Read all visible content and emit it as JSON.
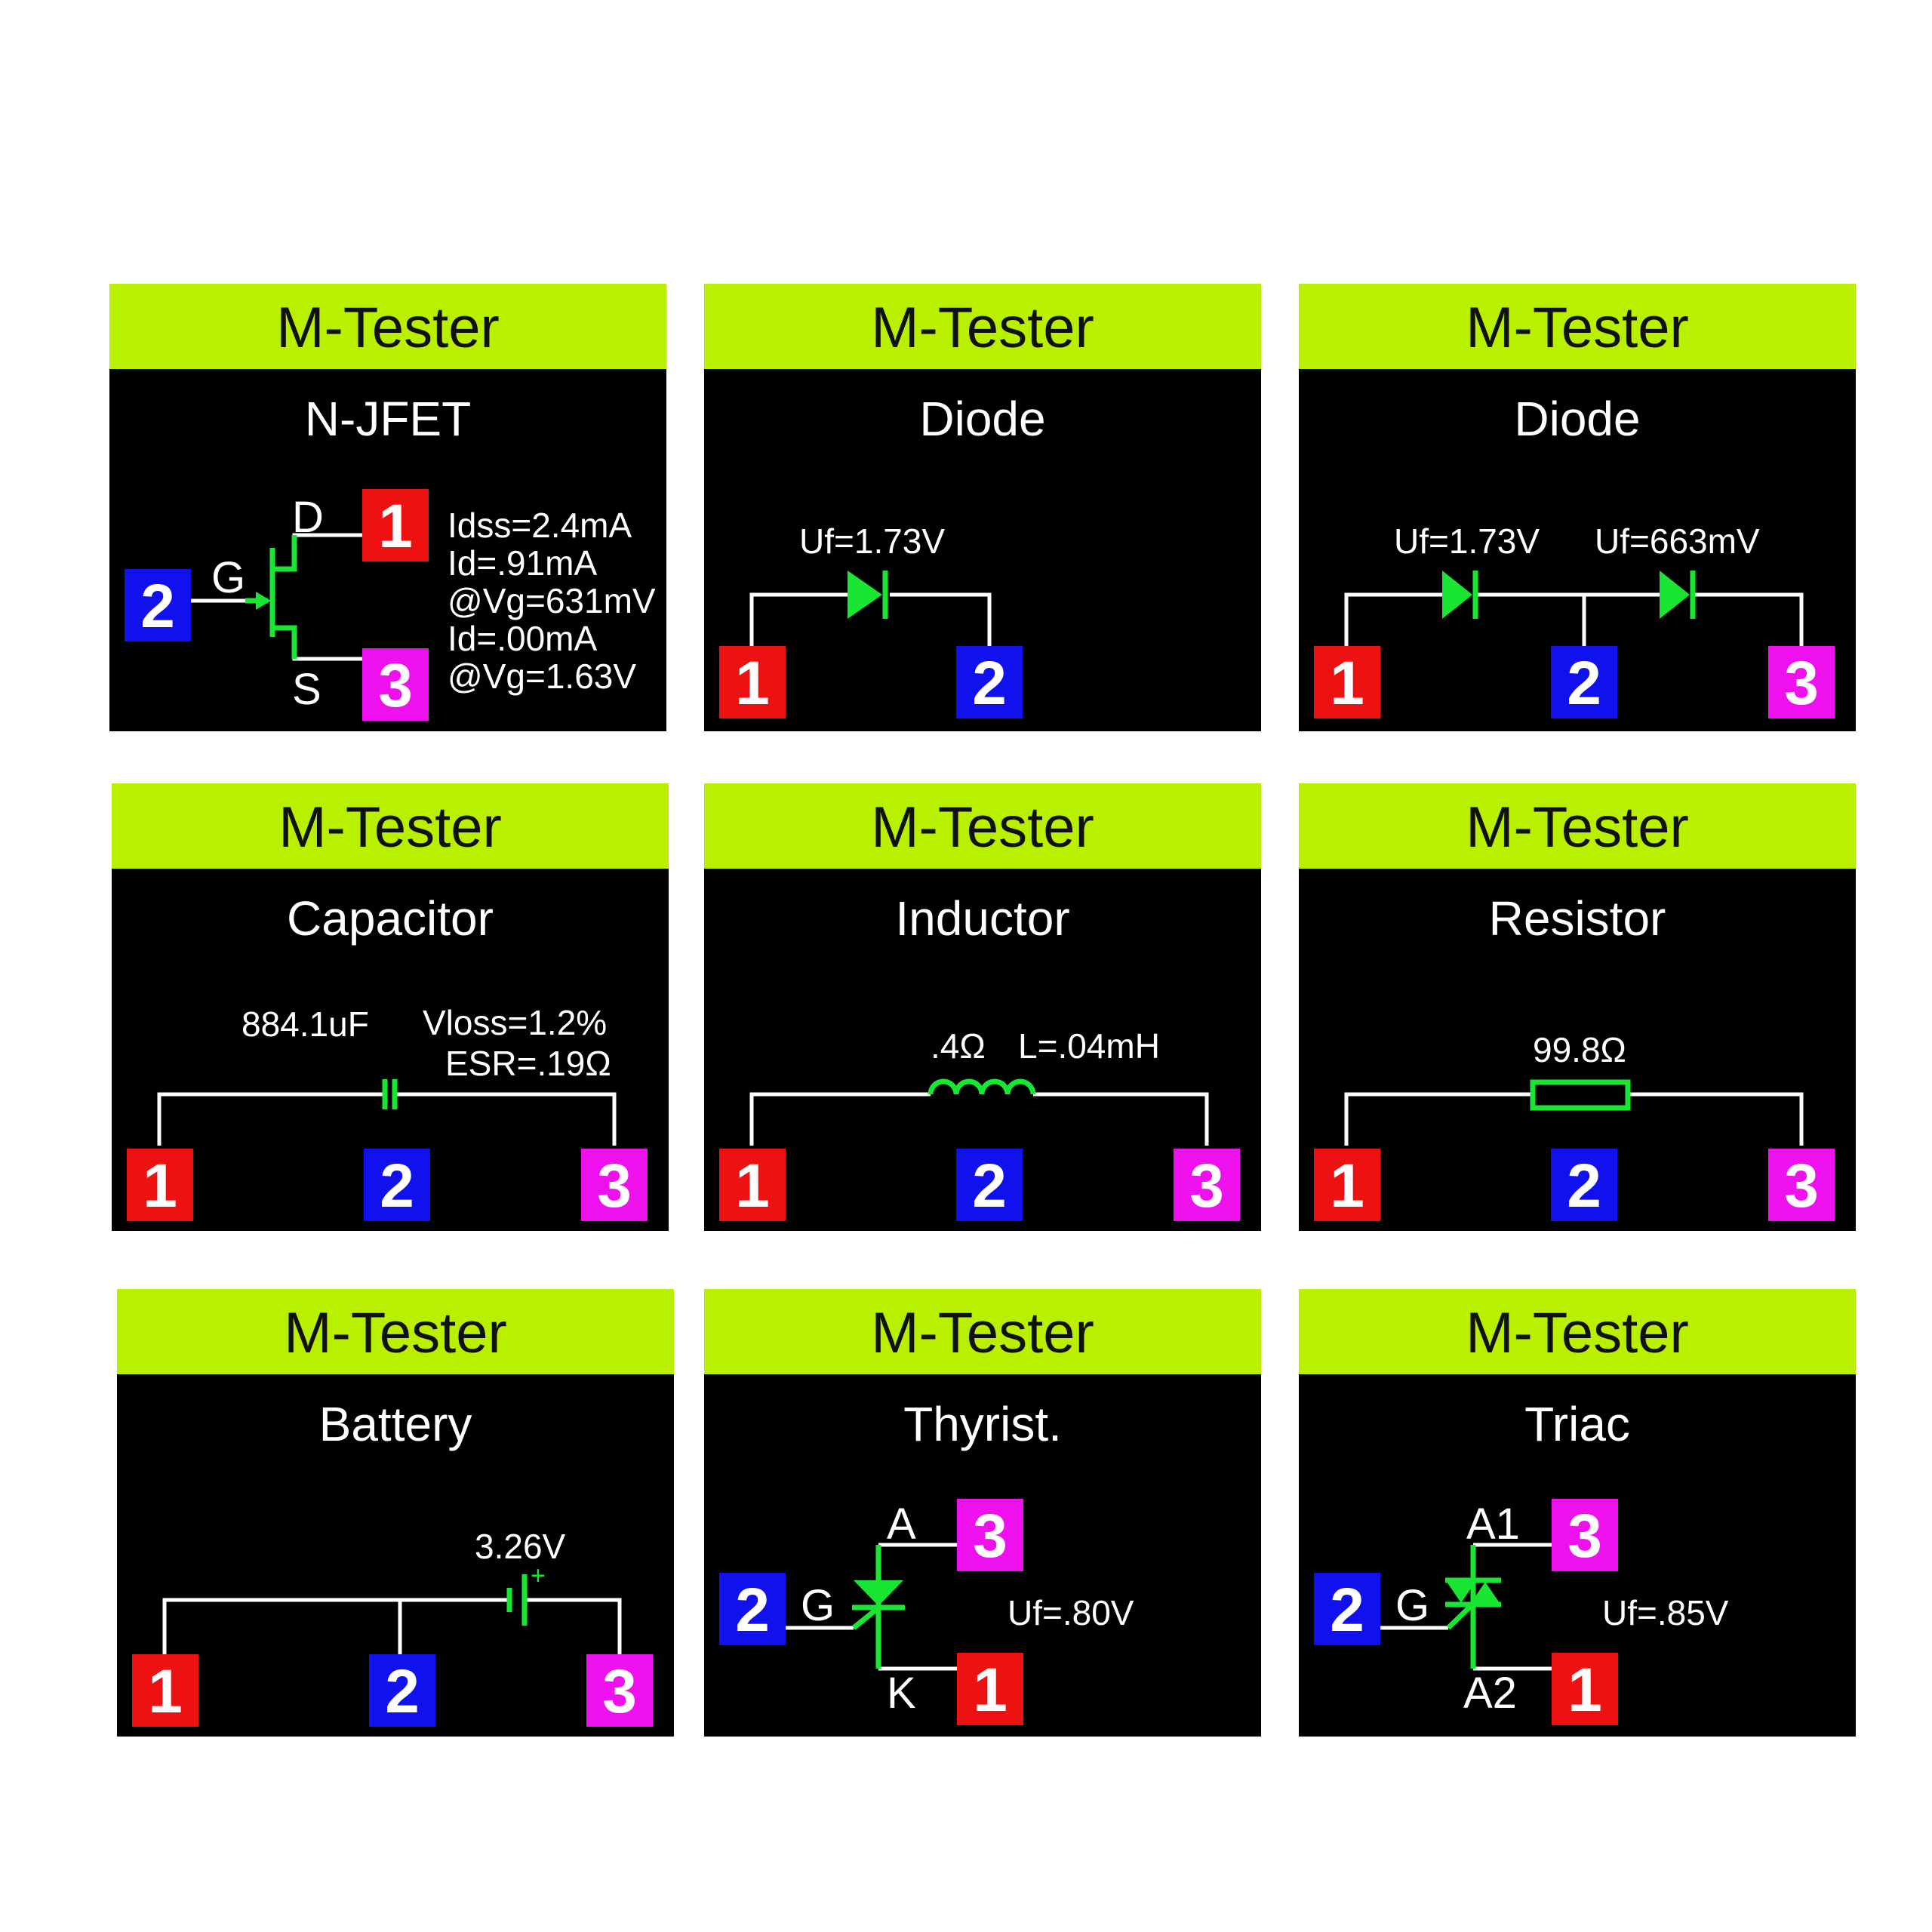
{
  "header_label": "M-Tester",
  "colors": {
    "header": "#b8f000",
    "panel": "#000000",
    "symbol": "#19e632",
    "pin_1": "#ee1111",
    "pin_2": "#1111ee",
    "pin_3": "#ee11ee"
  },
  "panels": [
    {
      "component": "N-JFET",
      "pins": [
        "1",
        "2",
        "3"
      ],
      "terminals": [
        "D",
        "G",
        "S"
      ],
      "readings": [
        "Idss=2.4mA",
        "Id=.91mA",
        "@Vg=631mV",
        "Id=.00mA",
        "@Vg=1.63V"
      ]
    },
    {
      "component": "Diode",
      "pins": [
        "1",
        "2"
      ],
      "readings": [
        "Uf=1.73V"
      ]
    },
    {
      "component": "Diode",
      "pins": [
        "1",
        "2",
        "3"
      ],
      "readings": [
        "Uf=1.73V",
        "Uf=663mV"
      ]
    },
    {
      "component": "Capacitor",
      "pins": [
        "1",
        "2",
        "3"
      ],
      "readings": [
        "884.1uF",
        "Vloss=1.2%",
        "ESR=.19Ω"
      ]
    },
    {
      "component": "Inductor",
      "pins": [
        "1",
        "2",
        "3"
      ],
      "readings": [
        ".4Ω",
        "L=.04mH"
      ]
    },
    {
      "component": "Resistor",
      "pins": [
        "1",
        "2",
        "3"
      ],
      "readings": [
        "99.8Ω"
      ]
    },
    {
      "component": "Battery",
      "pins": [
        "1",
        "2",
        "3"
      ],
      "readings": [
        "3.26V"
      ],
      "polarity_mark": "+"
    },
    {
      "component": "Thyrist.",
      "pins": [
        "3",
        "2",
        "1"
      ],
      "terminals": [
        "A",
        "G",
        "K"
      ],
      "readings": [
        "Uf=.80V"
      ]
    },
    {
      "component": "Triac",
      "pins": [
        "3",
        "2",
        "1"
      ],
      "terminals": [
        "A1",
        "G",
        "A2"
      ],
      "readings": [
        "Uf=.85V"
      ]
    }
  ]
}
